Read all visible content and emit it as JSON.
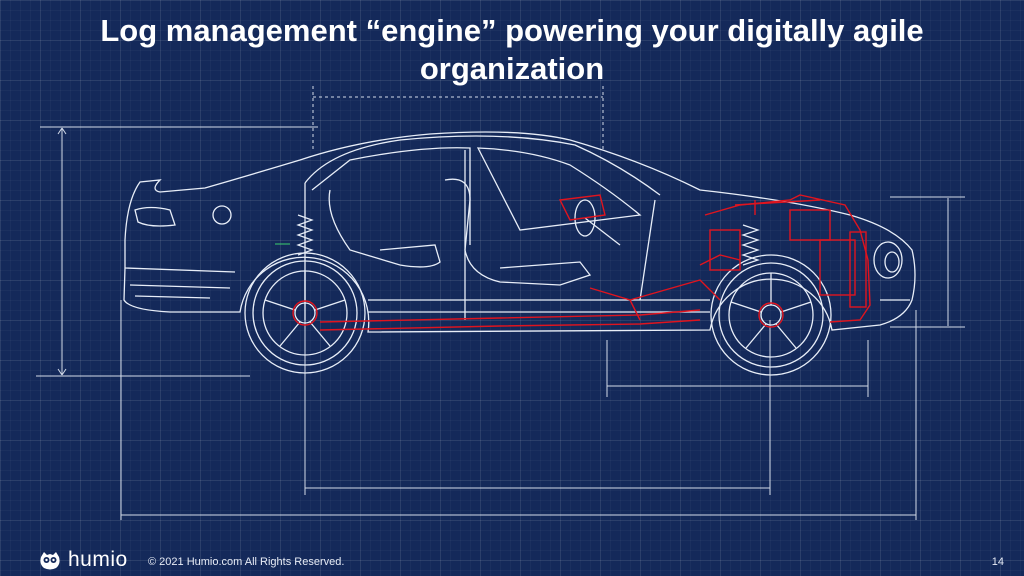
{
  "slide": {
    "title": "Log management “engine” powering your digitally agile organization",
    "brand": "humio",
    "copyright": "© 2021 Humio.com  All Rights Reserved.",
    "page_number": "14"
  },
  "colors": {
    "background": "#14295a",
    "blueprint_line": "#e8eef8",
    "engine_highlight": "#e0141e",
    "title_text": "#ffffff"
  },
  "icons": [
    "owl-logo-icon",
    "car-blueprint-illustration"
  ]
}
